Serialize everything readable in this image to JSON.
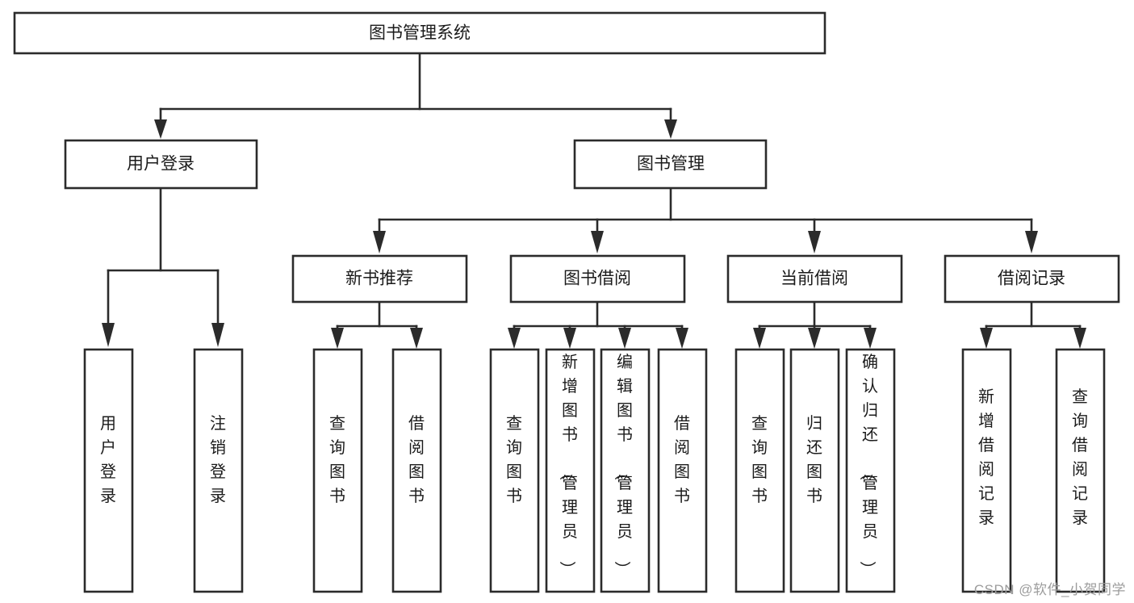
{
  "diagram": {
    "type": "tree-hierarchy",
    "title": "图书管理系统",
    "watermark": "CSDN @软件_小贺同学",
    "colors": {
      "background": "#ffffff",
      "stroke": "#2b2b2b",
      "node_fill": "#ffffff",
      "text": "#1b1b1b",
      "watermark": "#9c9c9c"
    },
    "levels": {
      "root": {
        "label": "图书管理系统"
      },
      "level1": [
        {
          "label": "用户登录"
        },
        {
          "label": "图书管理"
        }
      ],
      "level2": [
        {
          "label": "新书推荐"
        },
        {
          "label": "图书借阅"
        },
        {
          "label": "当前借阅"
        },
        {
          "label": "借阅记录"
        }
      ],
      "leaves": {
        "user_login": [
          {
            "label": "用户登录"
          },
          {
            "label": "注销登录"
          }
        ],
        "new_book_recommend": [
          {
            "label": "查询图书"
          },
          {
            "label": "借阅图书"
          }
        ],
        "book_borrow": [
          {
            "label": "查询图书"
          },
          {
            "label": "新增图书（管理员）"
          },
          {
            "label": "编辑图书（管理员）"
          },
          {
            "label": "借阅图书"
          }
        ],
        "current_borrow": [
          {
            "label": "查询图书"
          },
          {
            "label": "归还图书"
          },
          {
            "label": "确认归还（管理员）"
          }
        ],
        "borrow_record": [
          {
            "label": "新增借阅记录"
          },
          {
            "label": "查询借阅记录"
          }
        ]
      }
    }
  }
}
